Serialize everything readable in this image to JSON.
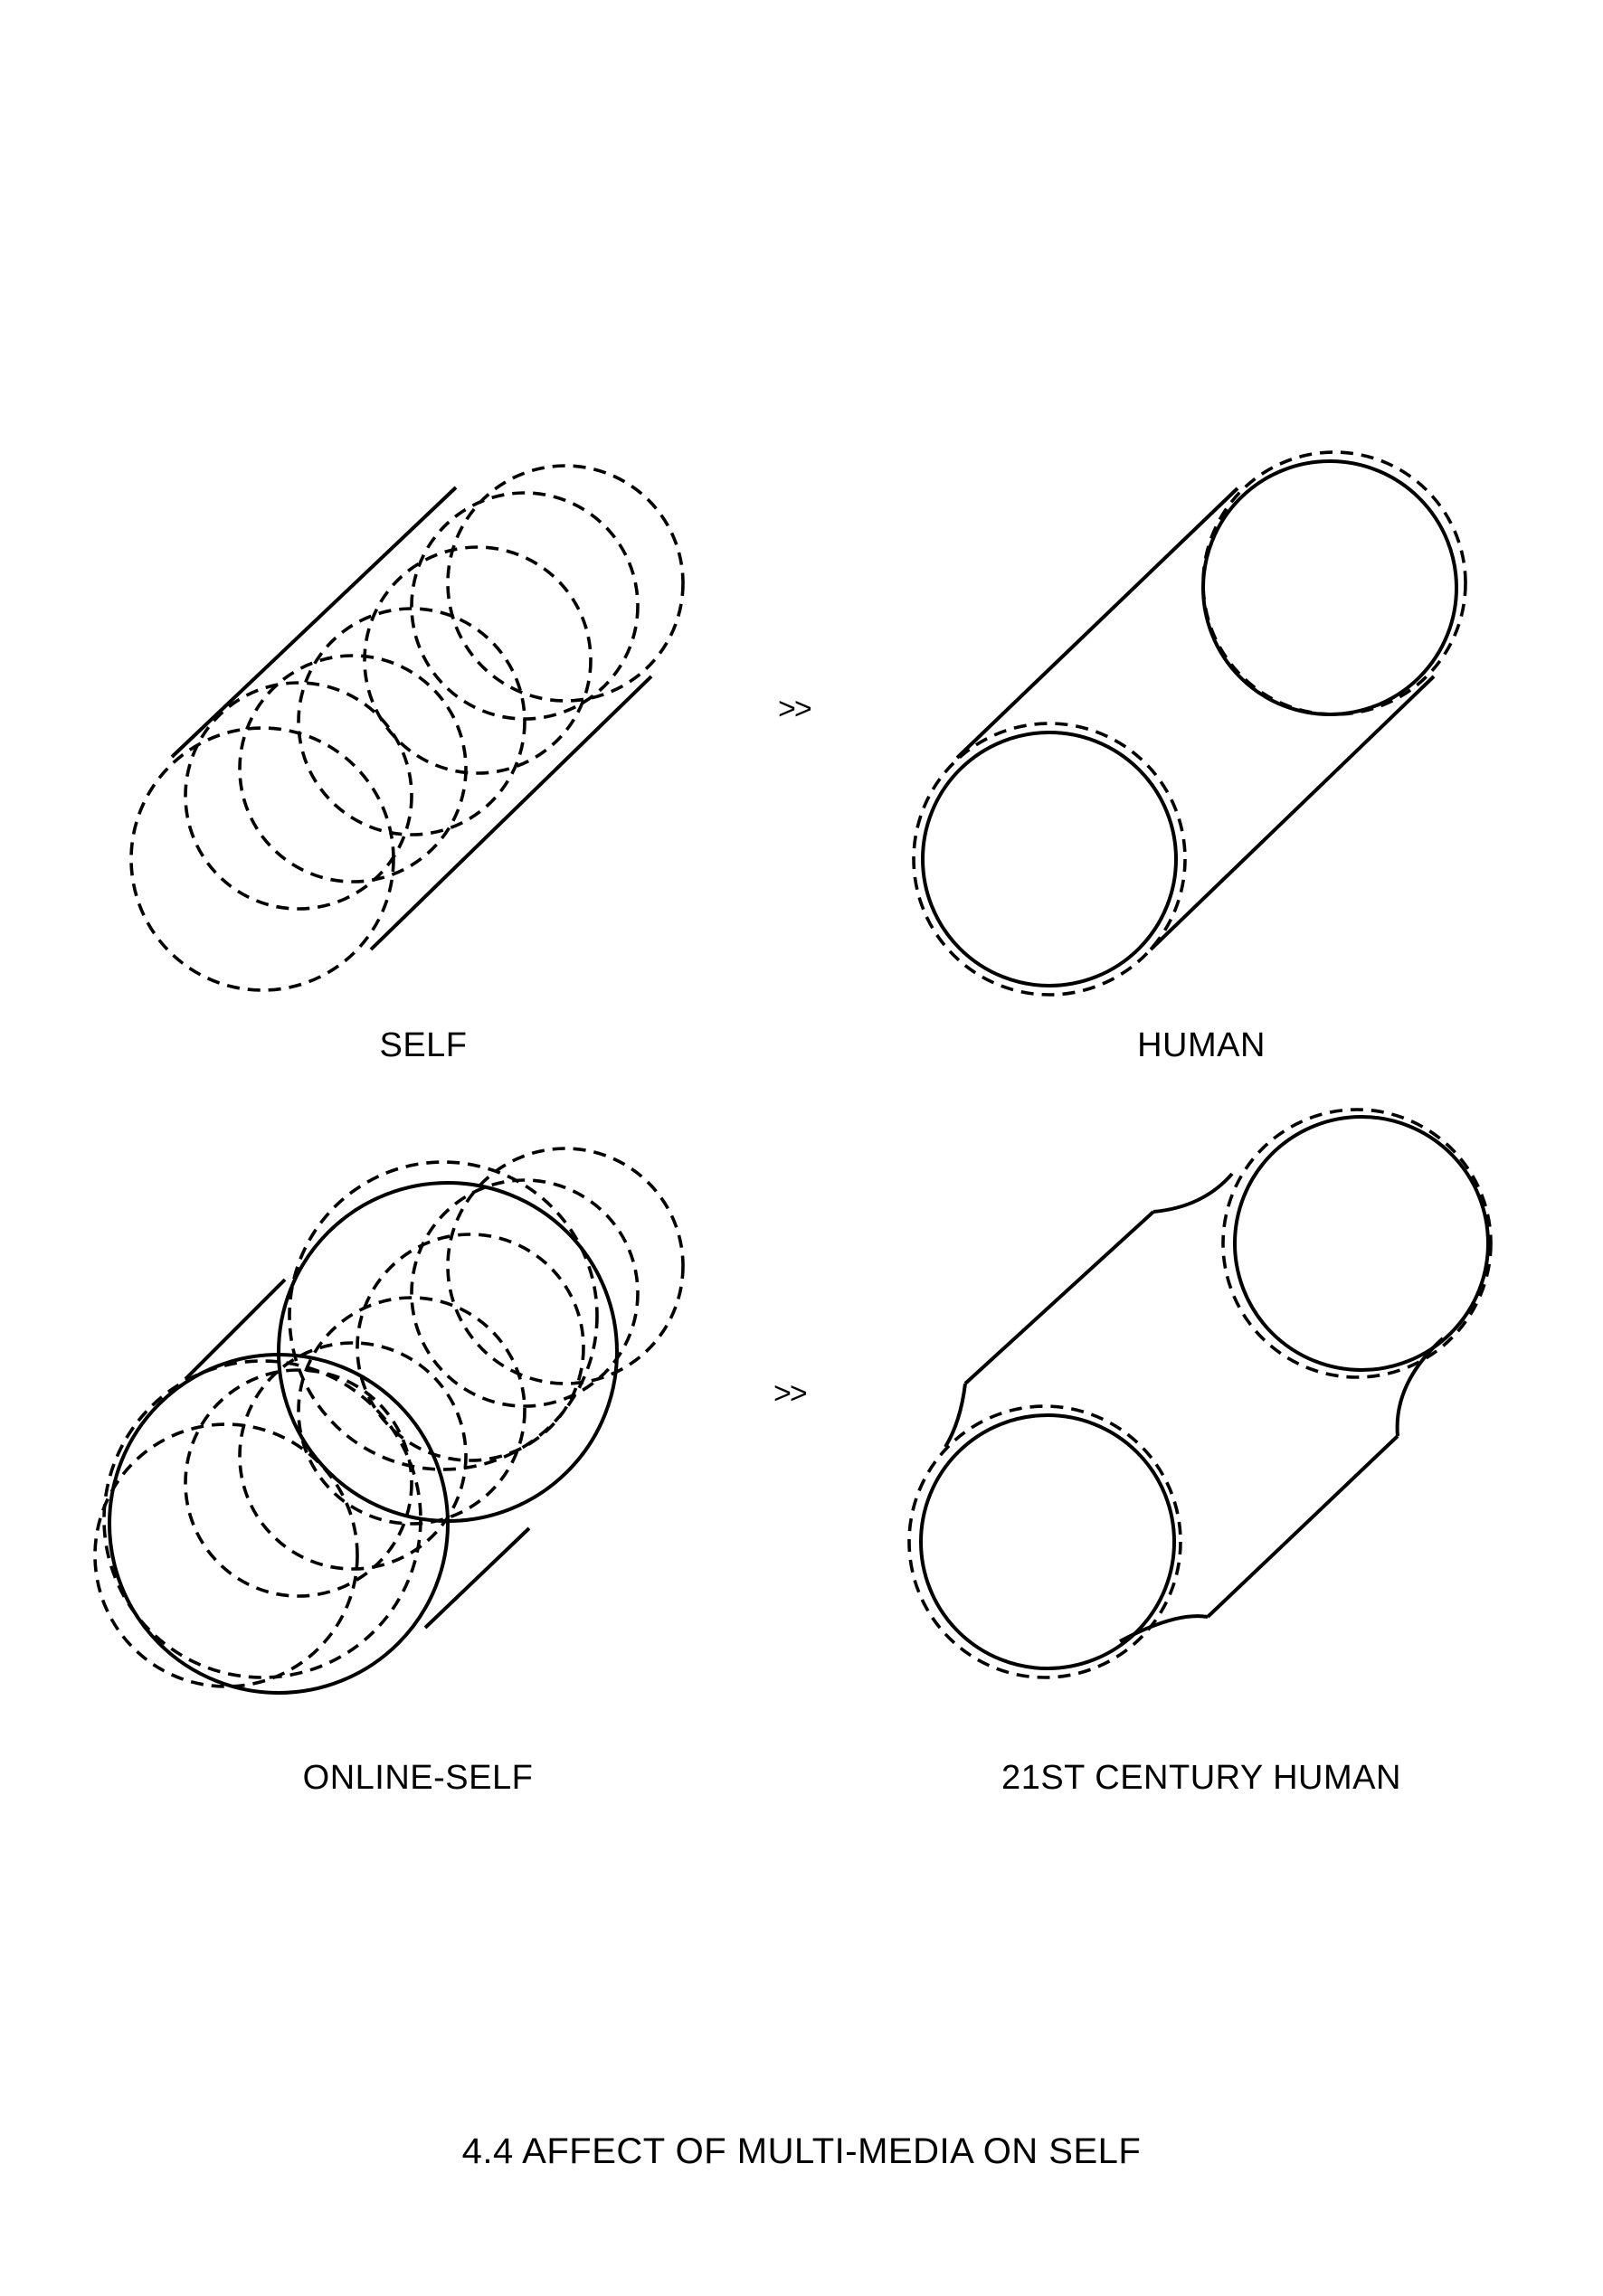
{
  "diagram": {
    "panels": [
      {
        "id": "self",
        "label": "SELF"
      },
      {
        "id": "human",
        "label": "HUMAN"
      },
      {
        "id": "online_self",
        "label": "ONLINE-SELF"
      },
      {
        "id": "twenty_first_century_human",
        "label": "21ST CENTURY HUMAN"
      }
    ],
    "arrows": [
      ">>",
      ">>"
    ],
    "caption": "4.4 AFFECT OF MULTI-MEDIA ON SELF"
  }
}
